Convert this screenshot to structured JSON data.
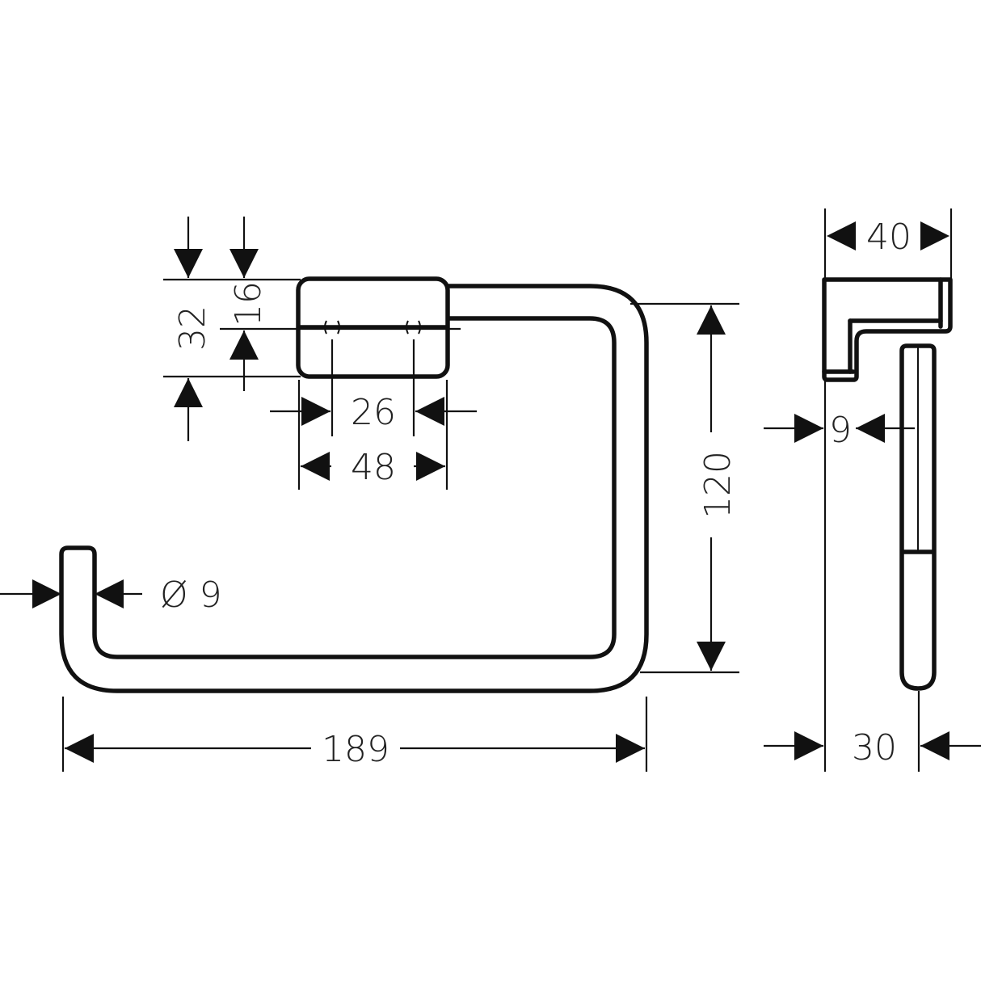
{
  "dimensions": {
    "overall_width": "189",
    "overall_height": "120",
    "bar_diameter": "Ø 9",
    "mount_width": "48",
    "mount_screw_spacing": "26",
    "mount_height": "32",
    "mount_screw_offset": "16",
    "side_depth": "40",
    "side_projection": "30",
    "side_bar_offset": "9"
  },
  "colors": {
    "line": "#111111",
    "background": "#ffffff"
  }
}
